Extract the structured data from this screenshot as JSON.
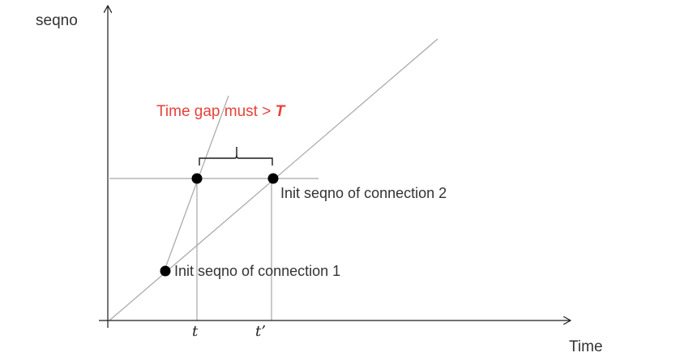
{
  "axes": {
    "y_label": "seqno",
    "x_label": "Time"
  },
  "ticks": {
    "t": "t",
    "t_prime": "t’"
  },
  "points": {
    "conn1_label": "Init seqno of connection 1",
    "conn2_label": "Init seqno of connection 2"
  },
  "annotation": {
    "gap_text": "Time gap must > ",
    "gap_symbol": "T"
  },
  "colors": {
    "annotation": "#e8413a",
    "lines": "#a6a6a6",
    "axis": "#1a1a1a",
    "points": "#000000"
  }
}
